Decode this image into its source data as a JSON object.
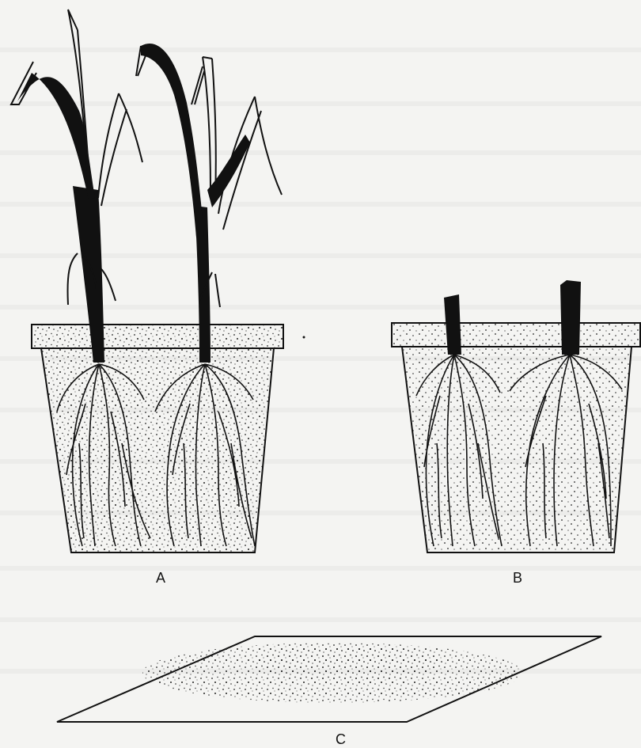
{
  "figure": {
    "panels": [
      {
        "id": "A",
        "label": "A"
      },
      {
        "id": "B",
        "label": "B"
      },
      {
        "id": "C",
        "label": "C"
      }
    ]
  },
  "colors": {
    "ink": "#111111",
    "paper": "#f4f4f2",
    "soil_speckle": "#222222"
  }
}
